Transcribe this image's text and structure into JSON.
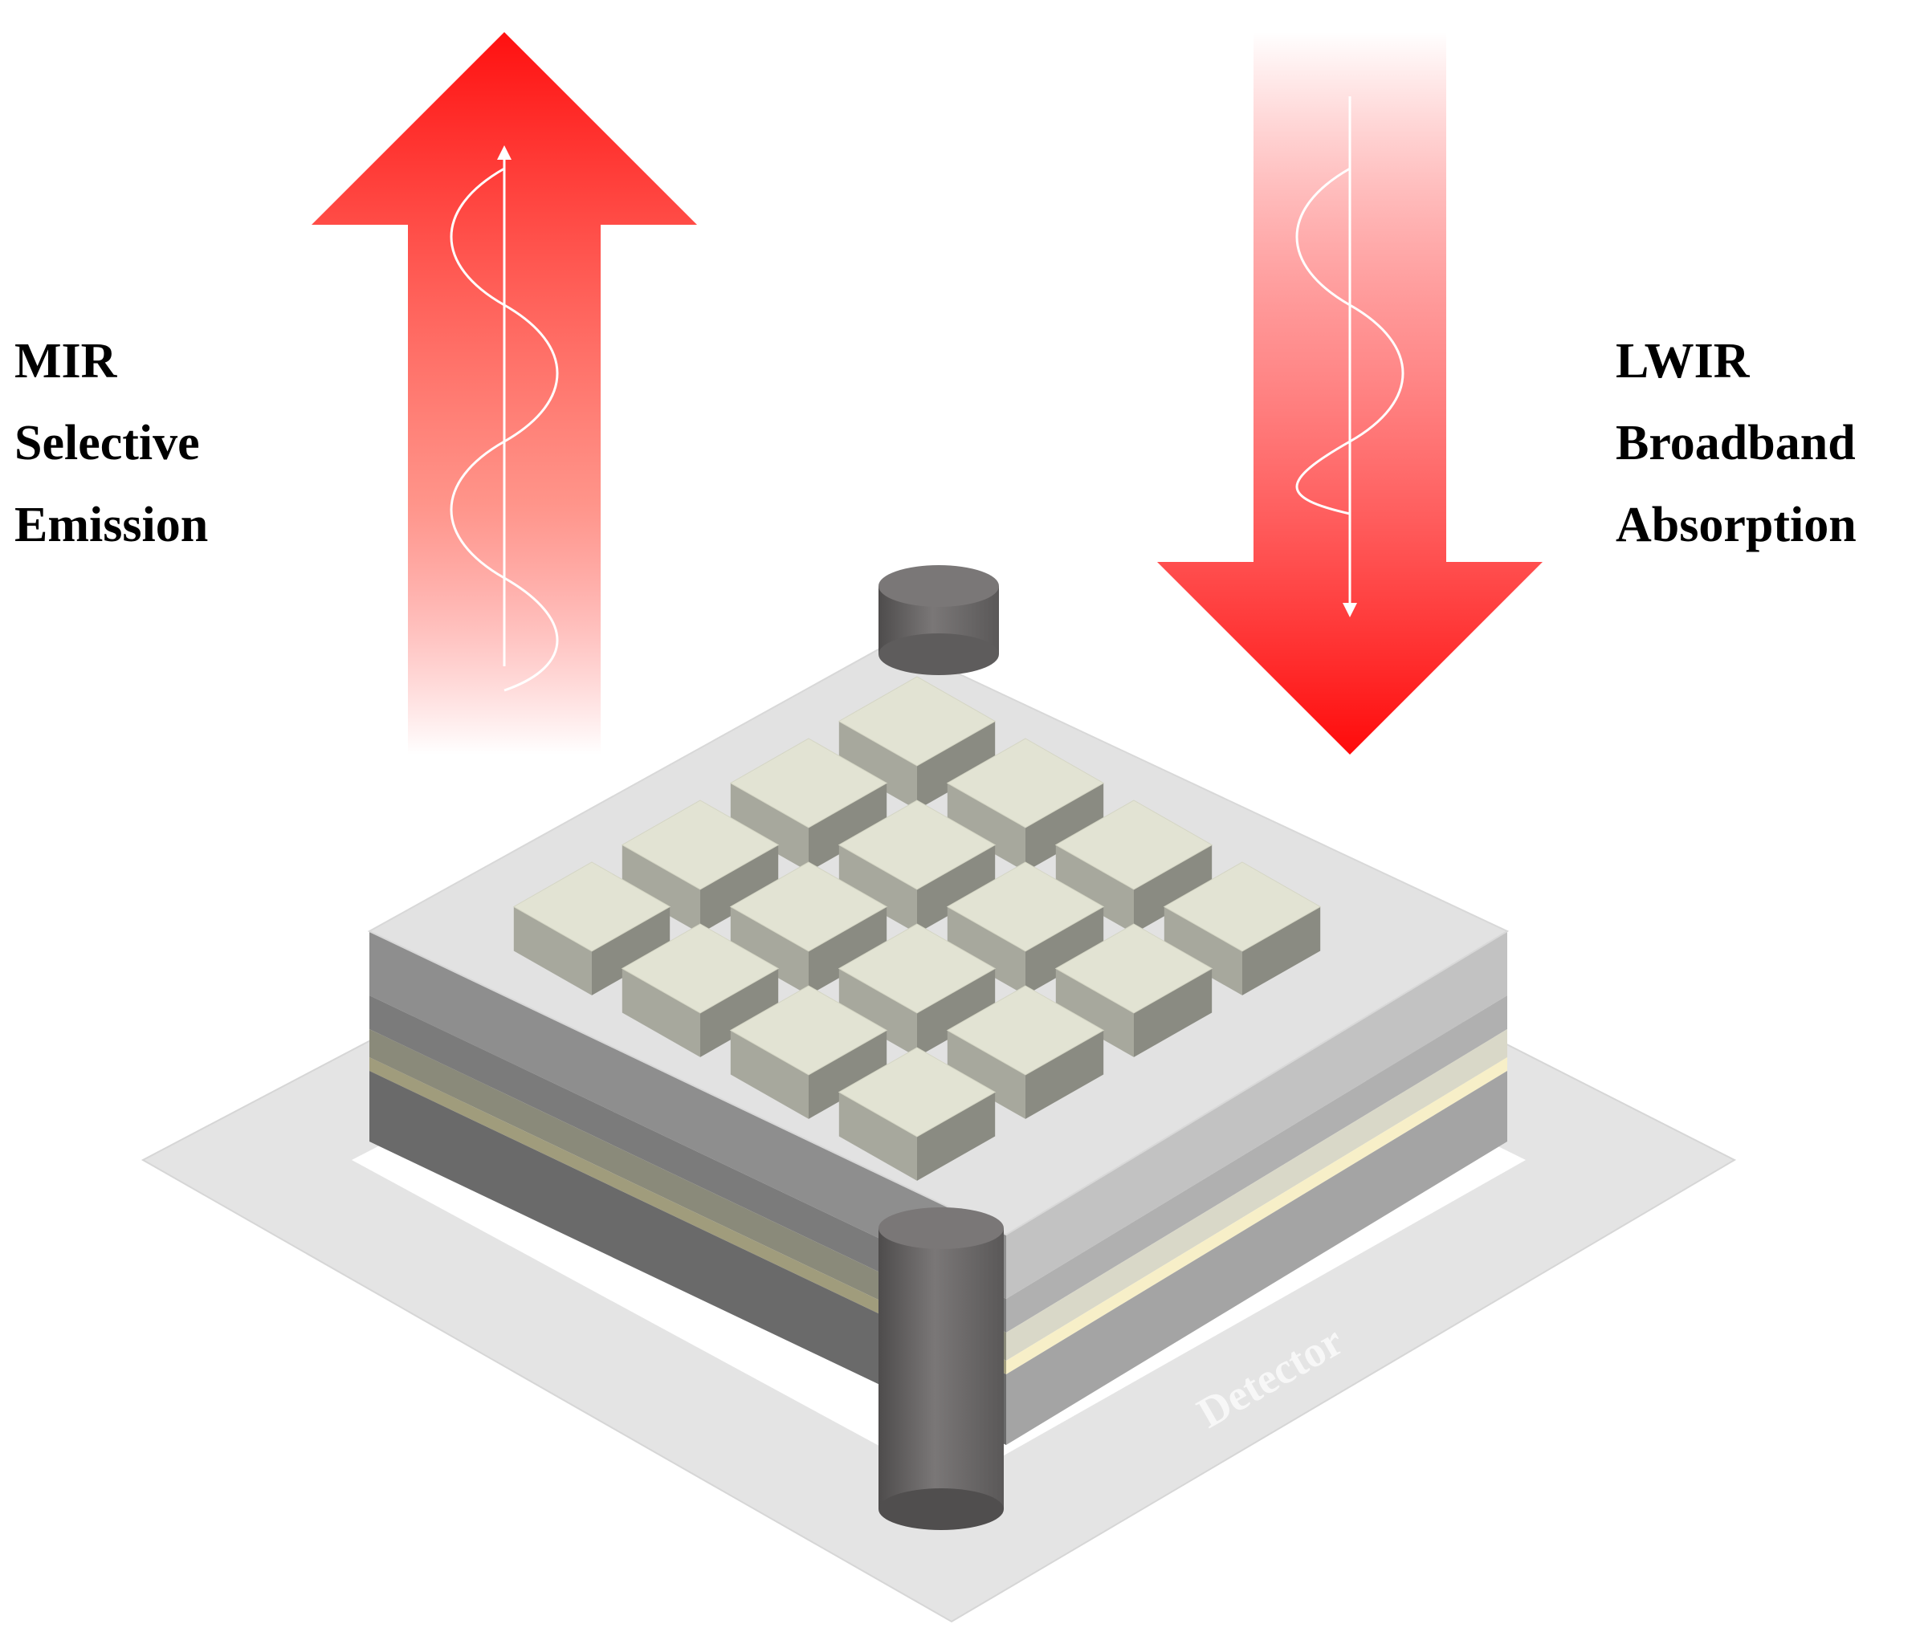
{
  "labels": {
    "emission": {
      "line1": "MIR",
      "line2": "Selective",
      "line3": "Emission"
    },
    "absorption": {
      "line1": "LWIR",
      "line2": "Broadband",
      "line3": "Absorption"
    },
    "detector": "Detector"
  },
  "colors": {
    "arrow_red": "#ff1010",
    "substrate": "#e4e4e4",
    "top_surface": "#e2e2e2",
    "pad_top": "#e2e3d3",
    "pad_side_dark": "#8a8b82",
    "pad_side_light": "#a7a89d",
    "cylinder": "#6e6b6b",
    "gold_layer": "#f7efc8"
  }
}
